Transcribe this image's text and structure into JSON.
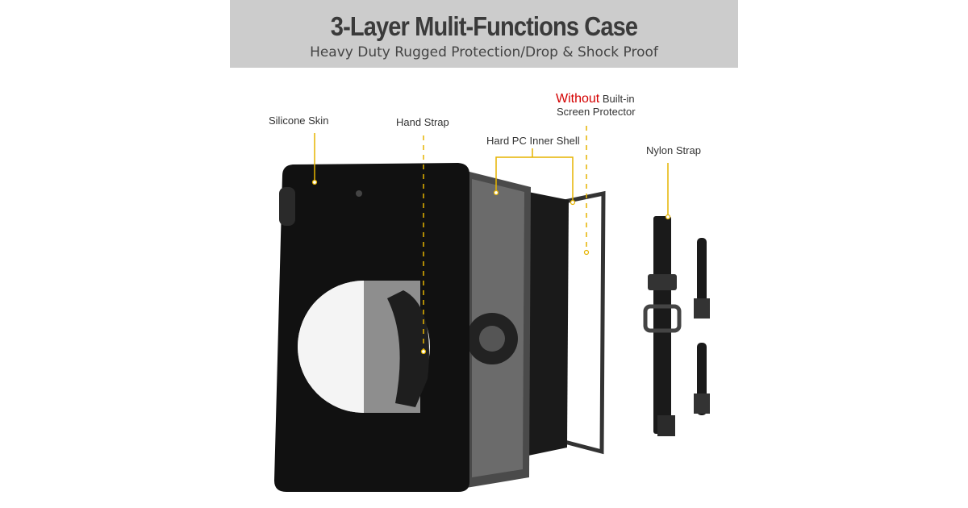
{
  "header": {
    "title": "3-Layer Mulit-Functions Case",
    "subtitle": "Heavy Duty Rugged Protection/Drop & Shock Proof"
  },
  "labels": {
    "silicone_skin": "Silicone Skin",
    "hand_strap": "Hand Strap",
    "hard_pc_inner_shell": "Hard PC Inner Shell",
    "without": "Without",
    "built_in": "Built-in",
    "screen_protector": "Screen Protector",
    "nylon_strap": "Nylon Strap"
  },
  "colors": {
    "header_bg": "#cccccc",
    "callout": "#e6b400",
    "accent_red": "#d40000"
  }
}
